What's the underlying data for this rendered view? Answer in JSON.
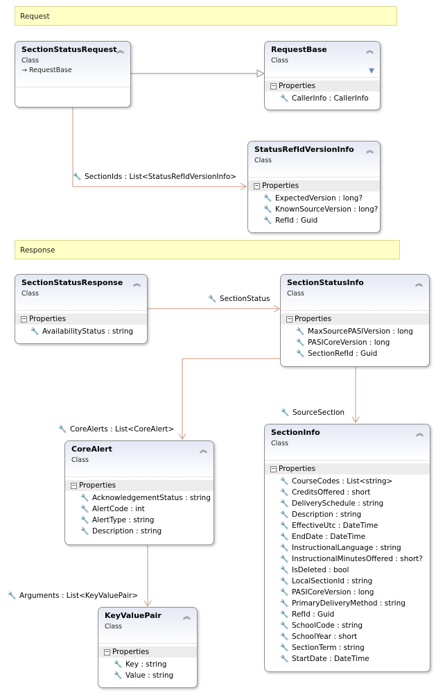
{
  "sections": {
    "request": "Request",
    "response": "Response"
  },
  "classes": {
    "section_status_request": {
      "name": "SectionStatusRequest",
      "kind": "Class",
      "base": "RequestBase"
    },
    "request_base": {
      "name": "RequestBase",
      "kind": "Class",
      "group": "Properties",
      "properties": [
        "CallerInfo : CallerInfo"
      ]
    },
    "status_ref_id_version_info": {
      "name": "StatusRefIdVersionInfo",
      "kind": "Class",
      "group": "Properties",
      "properties": [
        "ExpectedVersion : long?",
        "KnownSourceVersion : long?",
        "RefId : Guid"
      ]
    },
    "section_status_response": {
      "name": "SectionStatusResponse",
      "kind": "Class",
      "group": "Properties",
      "properties": [
        "AvailabilityStatus : string"
      ]
    },
    "section_status_info": {
      "name": "SectionStatusInfo",
      "kind": "Class",
      "group": "Properties",
      "properties": [
        "MaxSourcePASIVersion : long",
        "PASICoreVersion : long",
        "SectionRefId : Guid"
      ]
    },
    "core_alert": {
      "name": "CoreAlert",
      "kind": "Class",
      "group": "Properties",
      "properties": [
        "AcknowledgementStatus : string",
        "AlertCode : int",
        "AlertType : string",
        "Description : string"
      ]
    },
    "section_info": {
      "name": "SectionInfo",
      "kind": "Class",
      "group": "Properties",
      "properties": [
        "CourseCodes : List<string>",
        "CreditsOffered : short",
        "DeliverySchedule : string",
        "Description : string",
        "EffectiveUtc : DateTime",
        "EndDate : DateTime",
        "InstructionalLanguage : string",
        "InstructionalMinutesOffered : short?",
        "IsDeleted : bool",
        "LocalSectionId : string",
        "PASICoreVersion : long",
        "PrimaryDeliveryMethod : string",
        "RefId : Guid",
        "SchoolCode : string",
        "SchoolYear : short",
        "SectionTerm : string",
        "StartDate : DateTime"
      ]
    },
    "key_value_pair": {
      "name": "KeyValuePair",
      "kind": "Class",
      "group": "Properties",
      "properties": [
        "Key : string",
        "Value : string"
      ]
    }
  },
  "associations": {
    "section_ids": "SectionIds : List<StatusRefIdVersionInfo>",
    "section_status": "SectionStatus",
    "core_alerts": "CoreAlerts : List<CoreAlert>",
    "source_section": "SourceSection",
    "arguments": "Arguments : List<KeyValuePair>"
  },
  "colors": {
    "association": "#c9967a",
    "inheritance": "#8a8a8a",
    "section_fill": "#ffffc6"
  },
  "icons": {
    "collapse": "chevron-up-icon",
    "property": "wrench-icon",
    "filter": "filter-icon",
    "inherits": "arrow-icon"
  }
}
